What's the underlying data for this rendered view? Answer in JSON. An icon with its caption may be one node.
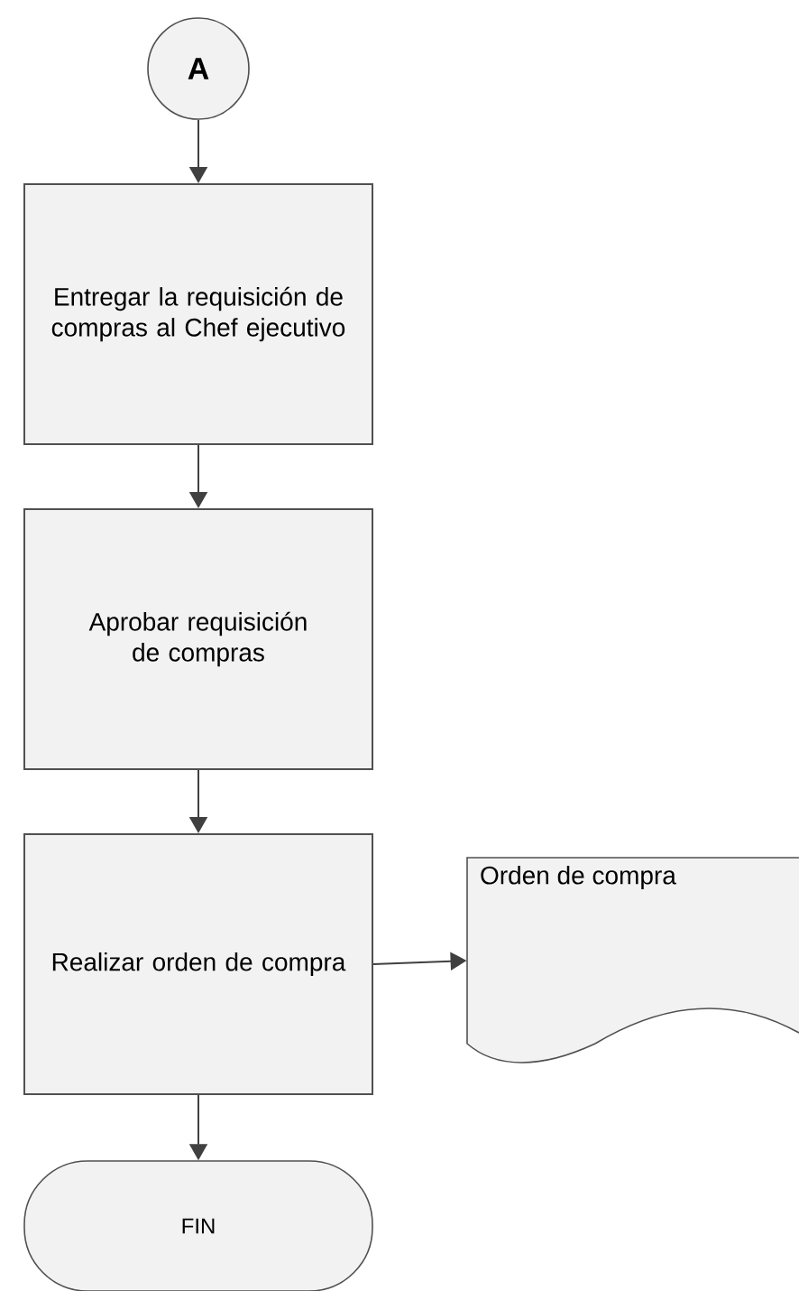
{
  "diagram": {
    "nodes": [
      {
        "text": [
          "A"
        ]
      },
      {
        "text": [
          "Entregar la requisición de compras al Chef ejecutivo"
        ]
      },
      {
        "text": [
          "Aprobar requisición de compras"
        ]
      },
      {
        "text": [
          "Realizar orden de compra"
        ]
      },
      {
        "text": [
          "Orden de compra"
        ]
      },
      {
        "text": [
          "FIN"
        ]
      }
    ],
    "edges": [
      {
        "from": 0,
        "to": 1,
        "arrow": "to"
      },
      {
        "from": 1,
        "to": 2,
        "arrow": "to"
      },
      {
        "from": 2,
        "to": 3,
        "arrow": "to"
      },
      {
        "from": 3,
        "to": 4,
        "arrow": "to"
      },
      {
        "from": 3,
        "to": 5,
        "arrow": "to"
      }
    ]
  }
}
